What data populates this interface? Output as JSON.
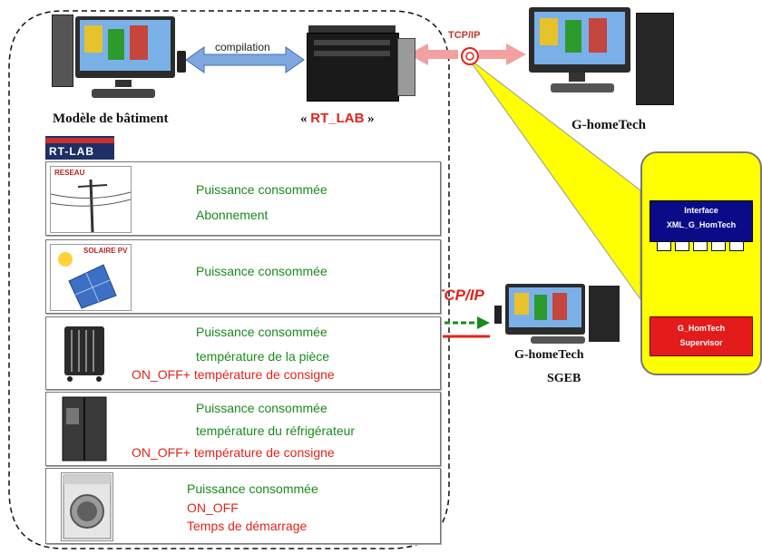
{
  "labels": {
    "compilation": "compilation",
    "tcpip_top": "TCP/IP",
    "tcpip_mid": "TCP/IP",
    "building_model": "Modèle de bâtiment",
    "rtlab_quote_open": "«",
    "rtlab_name": "RT_LAB",
    "rtlab_quote_close": "»",
    "ghometech_top": "G-homeTech",
    "ghometech_mid": "G-homeTech",
    "sgeb": "SGEB",
    "rtlab_logo": "RT-LAB"
  },
  "zoom": {
    "interface_line1": "Interface",
    "interface_line2": "XML_G_HomTech",
    "supervisor_line1": "G_HomTech",
    "supervisor_line2": "Supervisor"
  },
  "panels": [
    {
      "tag": "RESEAU",
      "lines": [
        {
          "text": "Puissance consommée",
          "color": "green"
        },
        {
          "text": "Abonnement",
          "color": "green"
        }
      ]
    },
    {
      "tag": "SOLAIRE PV",
      "lines": [
        {
          "text": "Puissance consommée",
          "color": "green"
        }
      ]
    },
    {
      "tag": "",
      "lines": [
        {
          "text": "Puissance consommée",
          "color": "green"
        },
        {
          "text": "température de la pièce",
          "color": "green"
        },
        {
          "text": "ON_OFF+ température de consigne",
          "color": "red"
        }
      ]
    },
    {
      "tag": "",
      "lines": [
        {
          "text": "Puissance consommée",
          "color": "green"
        },
        {
          "text": "température du réfrigérateur",
          "color": "green"
        },
        {
          "text": "ON_OFF+ température de consigne",
          "color": "red"
        }
      ]
    },
    {
      "tag": "",
      "lines": [
        {
          "text": "Puissance consommée",
          "color": "green"
        },
        {
          "text": "ON_OFF",
          "color": "red"
        },
        {
          "text": "Temps de démarrage",
          "color": "red"
        }
      ]
    }
  ],
  "colors": {
    "green": "#1b8a1b",
    "red": "#e2231a",
    "yellow": "#ffff00",
    "navy": "#0b0b8a"
  }
}
